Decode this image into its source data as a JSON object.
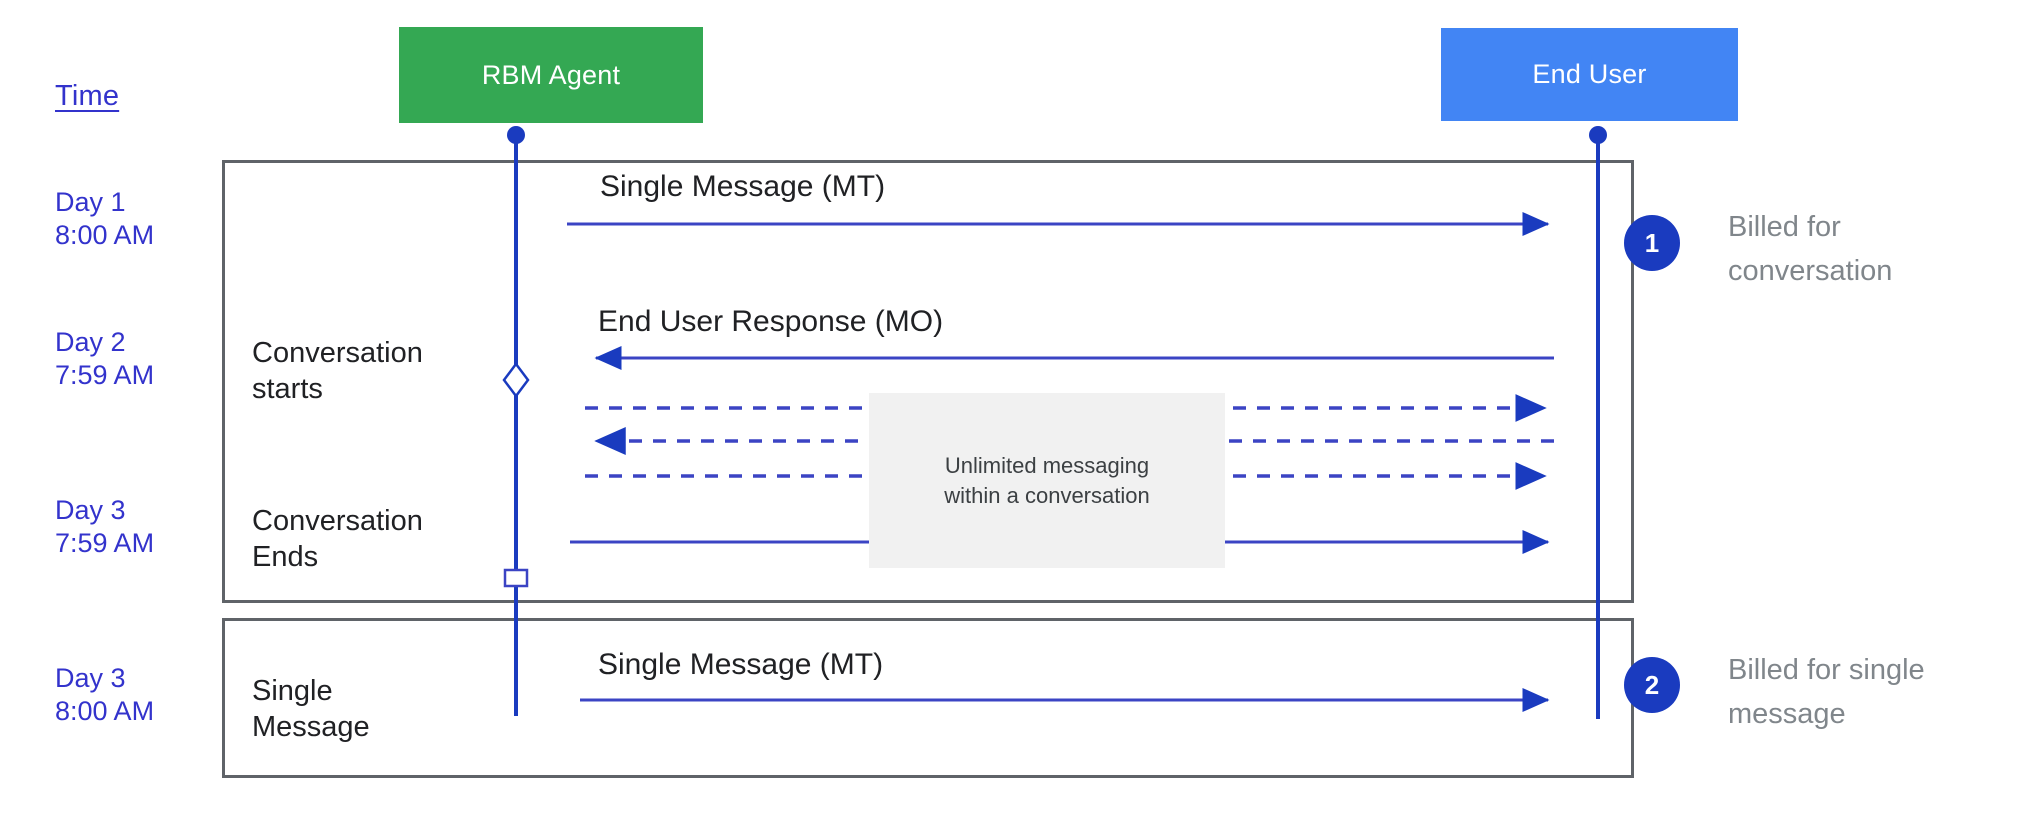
{
  "diagram": {
    "title_column": "Time",
    "actors": [
      {
        "name": "RBM Agent",
        "color": "#34a853"
      },
      {
        "name": "End User",
        "color": "#4285f4"
      }
    ],
    "time_labels": [
      {
        "day": "Day 1",
        "time": "8:00 AM"
      },
      {
        "day": "Day 2",
        "time": "7:59 AM"
      },
      {
        "day": "Day 3",
        "time": "7:59 AM"
      },
      {
        "day": "Day 3",
        "time": "8:00 AM"
      }
    ],
    "phases": [
      {
        "line1": "Conversation",
        "line2": "starts"
      },
      {
        "line1": "Conversation",
        "line2": "Ends"
      },
      {
        "line1": "Single",
        "line2": "Message"
      }
    ],
    "messages": [
      {
        "label": "Single Message (MT)",
        "direction": "agent-to-user",
        "style": "solid"
      },
      {
        "label": "End User Response (MO)",
        "direction": "user-to-agent",
        "style": "solid"
      },
      {
        "label": "",
        "direction": "agent-to-user",
        "style": "dashed"
      },
      {
        "label": "",
        "direction": "user-to-agent",
        "style": "dashed"
      },
      {
        "label": "",
        "direction": "agent-to-user",
        "style": "dashed"
      },
      {
        "label": "",
        "direction": "agent-to-user",
        "style": "solid"
      },
      {
        "label": "Single Message (MT)",
        "direction": "agent-to-user",
        "style": "solid"
      }
    ],
    "note": {
      "line1": "Unlimited messaging",
      "line2": "within a conversation"
    },
    "callouts": [
      {
        "number": "1",
        "line1": "Billed for",
        "line2": "conversation"
      },
      {
        "number": "2",
        "line1": "Billed for single",
        "line2": "message"
      }
    ],
    "colors": {
      "agent_box": "#34a853",
      "user_box": "#4285f4",
      "lifeline": "#1a3bbf",
      "arrow": "#3b44c4",
      "group_border": "#5f6368",
      "time_text": "#3333cc",
      "note_bg": "#f1f1f1",
      "callout_text": "#80868b"
    }
  }
}
